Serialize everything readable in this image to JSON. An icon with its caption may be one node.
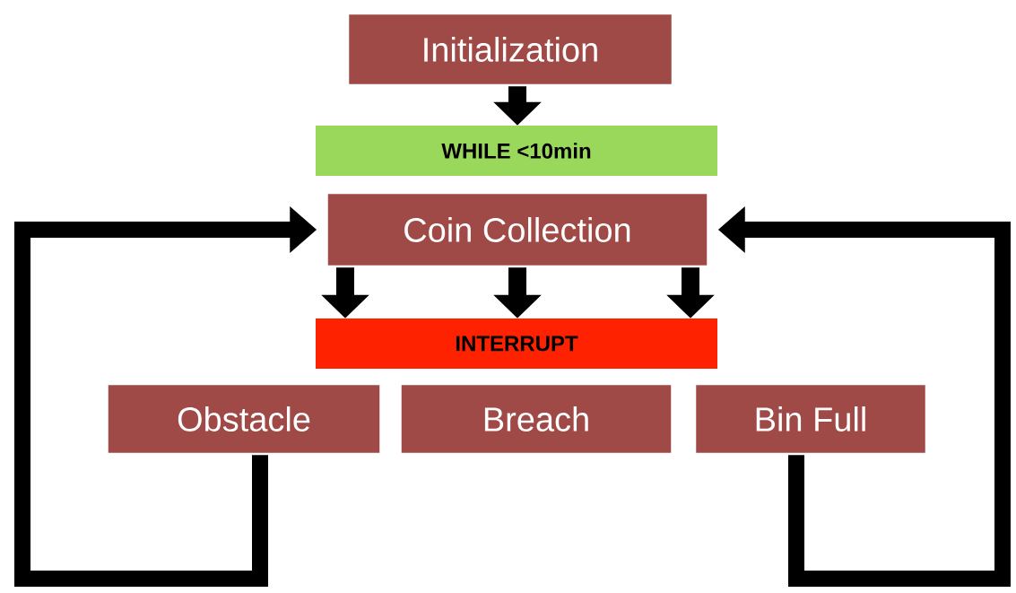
{
  "diagram": {
    "nodes": [
      {
        "text": [
          "Initialization"
        ]
      },
      {
        "text": [
          "WHILE <10min"
        ]
      },
      {
        "text": [
          "Coin Collection"
        ]
      },
      {
        "text": [
          "INTERRUPT"
        ]
      },
      {
        "text": [
          "Obstacle"
        ]
      },
      {
        "text": [
          "Breach"
        ]
      },
      {
        "text": [
          "Bin Full"
        ]
      }
    ],
    "edges": [
      {
        "from": 0,
        "to": 1,
        "arrow": "to"
      },
      {
        "from": 2,
        "to": 3,
        "arrow": "to"
      },
      {
        "from": 2,
        "to": 3,
        "arrow": "to"
      },
      {
        "from": 2,
        "to": 3,
        "arrow": "to"
      },
      {
        "from": 4,
        "to": 2,
        "arrow": "to"
      },
      {
        "from": 6,
        "to": 2,
        "arrow": "to"
      }
    ]
  }
}
